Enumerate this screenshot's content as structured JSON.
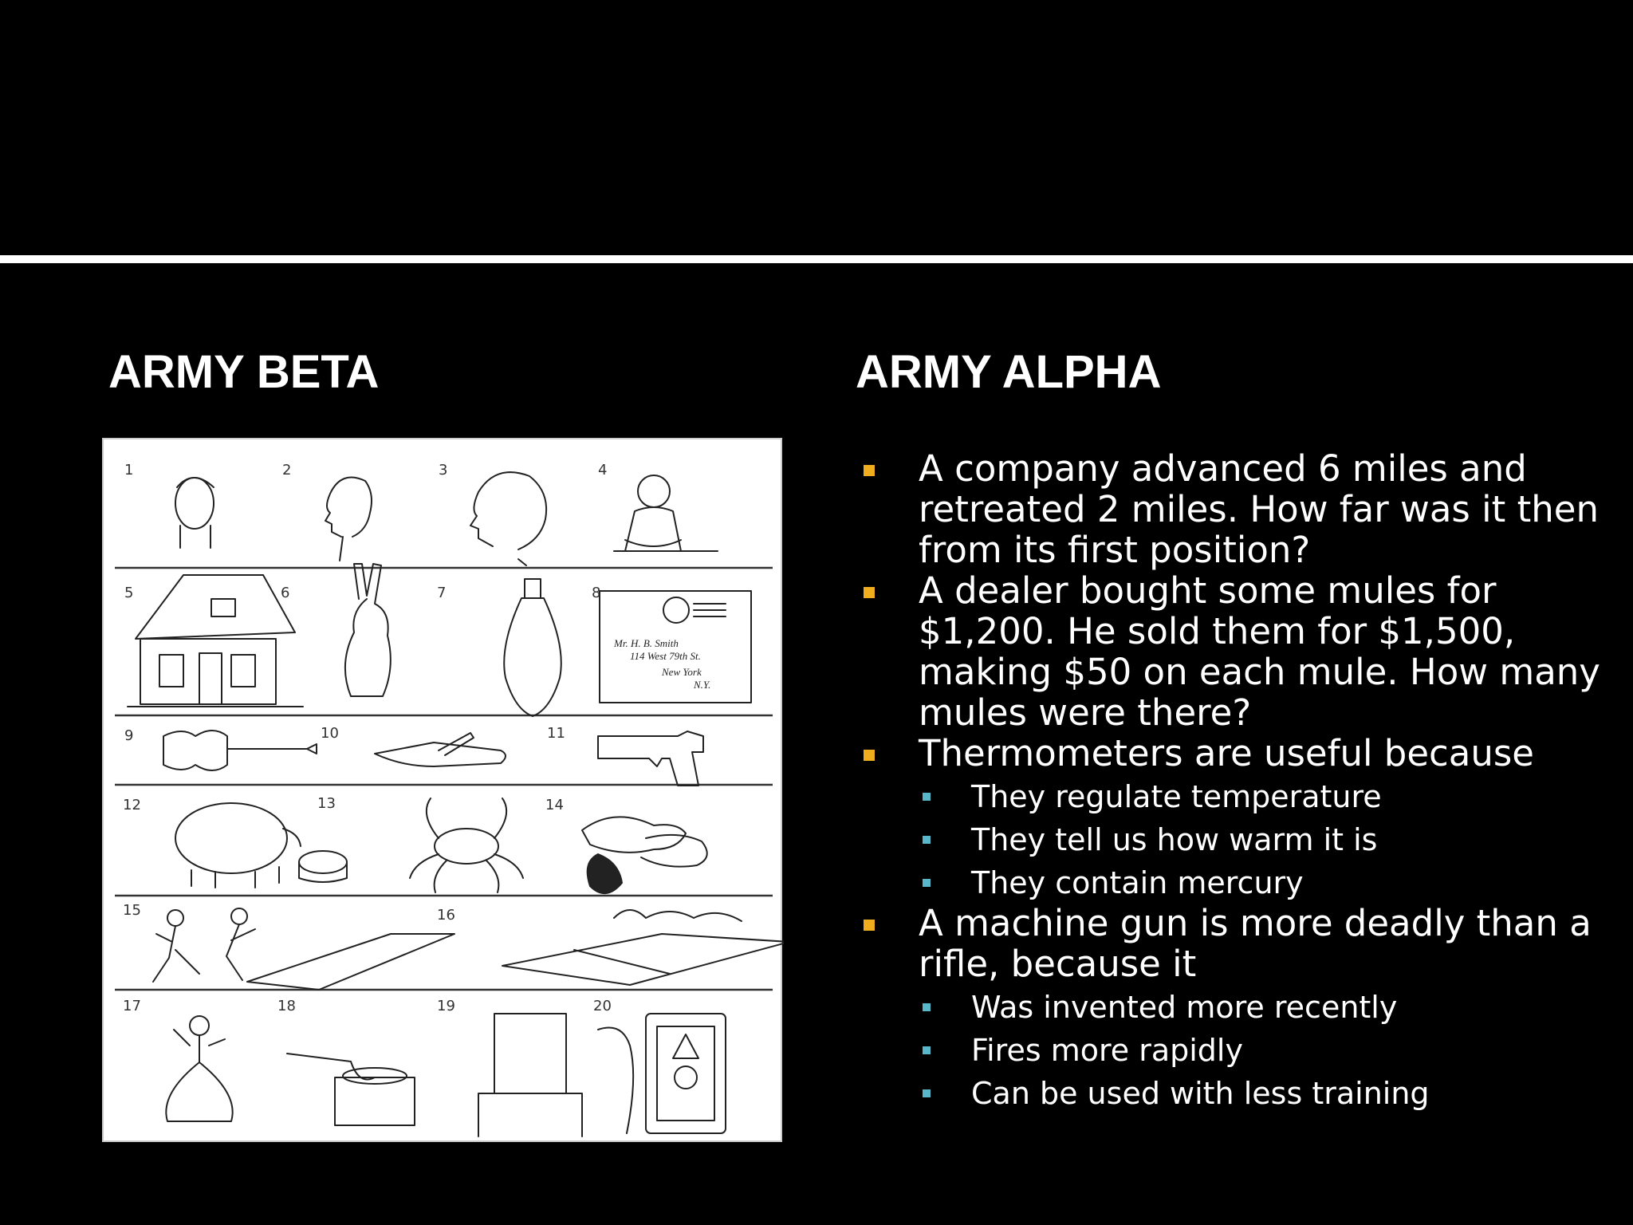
{
  "slide": {
    "left_heading": "ARMY BETA",
    "right_heading": "ARMY ALPHA",
    "figure": {
      "panel_numbers": [
        "1",
        "2",
        "3",
        "4",
        "5",
        "6",
        "7",
        "8",
        "9",
        "10",
        "11",
        "12",
        "13",
        "14",
        "15",
        "16",
        "17",
        "18",
        "19",
        "20"
      ],
      "envelope_address": [
        "Mr. H. B. Smith",
        "114 West 79th St.",
        "New York",
        "N.Y."
      ]
    },
    "questions": [
      {
        "text": "A company advanced 6 miles and retreated 2 miles. How far was it then from its first position?",
        "options": []
      },
      {
        "text": "A dealer bought some mules for $1,200. He sold them for $1,500, making $50 on each mule. How many mules were there?",
        "options": []
      },
      {
        "text": "Thermometers are useful because",
        "options": [
          "They regulate temperature",
          "They tell us how warm it is",
          "They contain mercury"
        ]
      },
      {
        "text": "A machine gun is more deadly than a rifle, because it",
        "options": [
          "Was invented more recently",
          "Fires more rapidly",
          "Can be used with less training"
        ]
      }
    ],
    "colors": {
      "background": "#000000",
      "text": "#ffffff",
      "main_bullet": "#f0ad1e",
      "sub_bullet": "#58b8c9"
    }
  }
}
